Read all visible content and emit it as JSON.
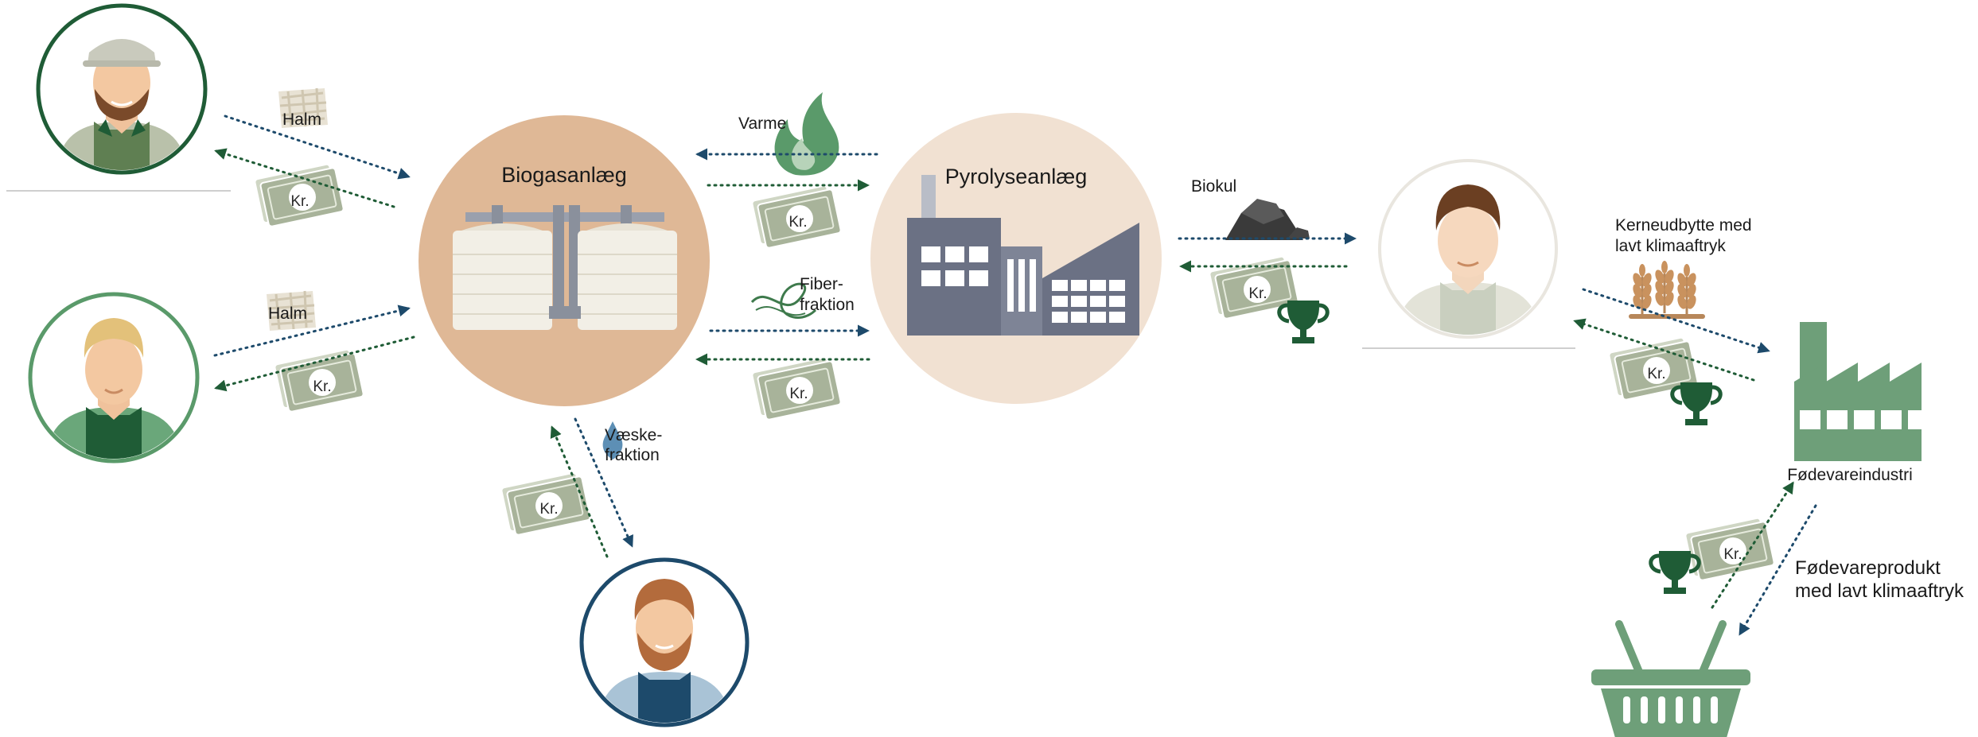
{
  "colors": {
    "dark_green": "#1f5c36",
    "mid_green": "#5a9a6a",
    "navy": "#1d4a6b",
    "tan": "#dfb896",
    "light_tan": "#f1e1d2",
    "money": "#a8b39a",
    "factory": "#6b7184",
    "food_factory": "#6e9f79"
  },
  "icons": {
    "straw": "straw-bale-icon",
    "money": "banknotes-icon",
    "trophy": "trophy-icon",
    "flame": "flame-icon",
    "fiber": "fiber-strand-icon",
    "drop": "water-drop-icon",
    "coal": "coal-pile-icon",
    "wheat": "wheat-icon",
    "basket": "shopping-basket-icon"
  },
  "nodes": {
    "biogas": {
      "label": "Biogasanlæg"
    },
    "pyrolysis": {
      "label": "Pyrolyseanlæg"
    },
    "food_industry": {
      "label": "Fødevareindustri"
    }
  },
  "flows": {
    "halm_1": "Halm",
    "halm_2": "Halm",
    "varme": "Varme",
    "fiber_line1": "Fiber-",
    "fiber_line2": "fraktion",
    "vaeske_line1": "Væske-",
    "vaeske_line2": "fraktion",
    "biokul": "Biokul",
    "kerne_line1": "Kerneudbytte med",
    "kerne_line2": "lavt klimaaftryk",
    "produkt_line1": "Fødevareprodukt",
    "produkt_line2": "med lavt klimaaftryk"
  },
  "money_label": "Kr."
}
